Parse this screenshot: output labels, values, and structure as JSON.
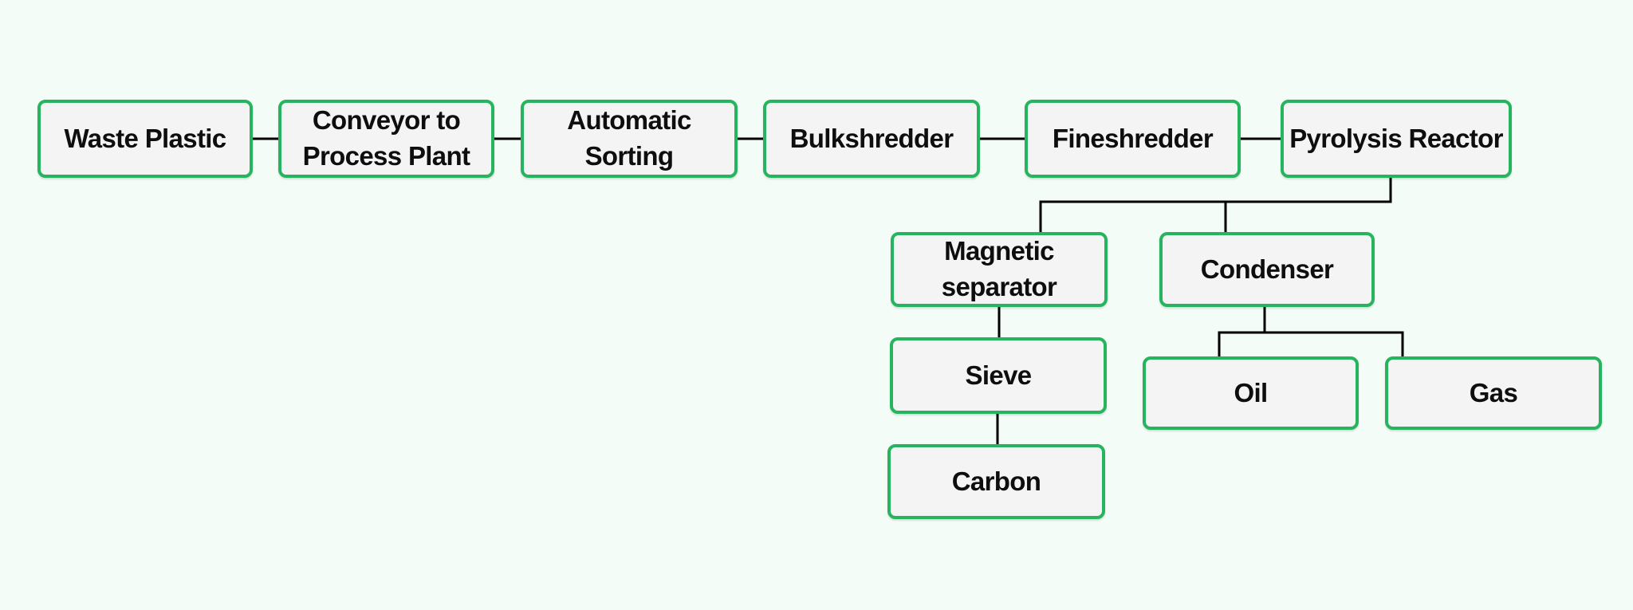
{
  "diagram": {
    "type": "flowchart",
    "title": "",
    "colors": {
      "background": "#f3fcf6",
      "node_fill": "#f4f4f4",
      "node_border": "#26b55e",
      "connector": "#000000",
      "text": "#0e0e0e"
    },
    "nodes": {
      "waste_plastic": {
        "label": "Waste Plastic"
      },
      "conveyor": {
        "label": "Conveyor to\nProcess Plant"
      },
      "automatic_sorting": {
        "label": "Automatic\nSorting"
      },
      "bulkshredder": {
        "label": "Bulkshredder"
      },
      "fineshredder": {
        "label": "Fineshredder"
      },
      "pyrolysis_reactor": {
        "label": "Pyrolysis Reactor"
      },
      "magnetic_separator": {
        "label": "Magnetic\nseparator"
      },
      "condenser": {
        "label": "Condenser"
      },
      "sieve": {
        "label": "Sieve"
      },
      "carbon": {
        "label": "Carbon"
      },
      "oil": {
        "label": "Oil"
      },
      "gas": {
        "label": "Gas"
      }
    },
    "edges": [
      {
        "from": "Waste Plastic",
        "to": "Conveyor to Process Plant"
      },
      {
        "from": "Conveyor to Process Plant",
        "to": "Automatic Sorting"
      },
      {
        "from": "Automatic Sorting",
        "to": "Bulkshredder"
      },
      {
        "from": "Bulkshredder",
        "to": "Fineshredder"
      },
      {
        "from": "Fineshredder",
        "to": "Pyrolysis Reactor"
      },
      {
        "from": "Pyrolysis Reactor",
        "to": "Magnetic separator"
      },
      {
        "from": "Pyrolysis Reactor",
        "to": "Condenser"
      },
      {
        "from": "Magnetic separator",
        "to": "Sieve"
      },
      {
        "from": "Sieve",
        "to": "Carbon"
      },
      {
        "from": "Condenser",
        "to": "Oil"
      },
      {
        "from": "Condenser",
        "to": "Gas"
      }
    ]
  }
}
